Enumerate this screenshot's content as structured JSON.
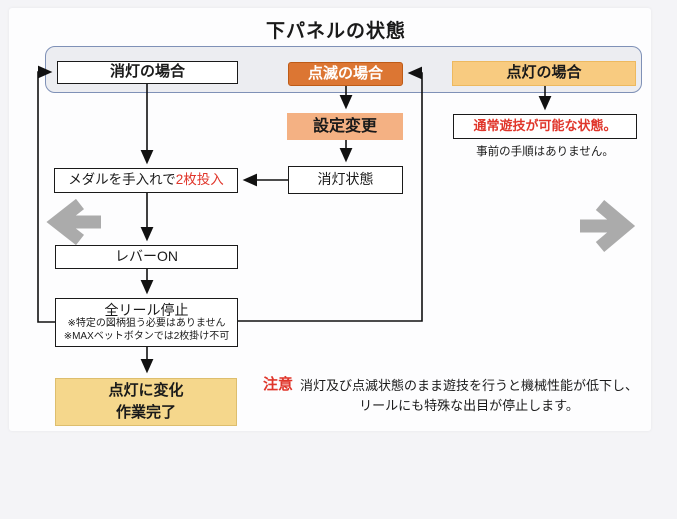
{
  "title": "下パネルの状態",
  "panel_states": {
    "off_case": "消灯の場合",
    "blink_case": "点滅の場合",
    "lit_case": "点灯の場合"
  },
  "blink_branch": {
    "setting_change": "設定変更",
    "off_state": "消灯状態"
  },
  "lit_branch": {
    "normal_play": "通常遊技が可能な状態。",
    "no_steps": "事前の手順はありません。"
  },
  "main_flow": {
    "insert_medals_prefix": "メダルを手入れで",
    "insert_medals_highlight": "2枚投入",
    "lever_on": "レバーON",
    "all_reels_stop": "全リール停止",
    "reels_note1": "※特定の図柄狙う必要はありません",
    "reels_note2": "※MAXベットボタンでは2枚掛け不可",
    "done_line1": "点灯に変化",
    "done_line2": "作業完了"
  },
  "caution": {
    "label": "注意",
    "text_line1": "消灯及び点滅状態のまま遊技を行うと機械性能が低下し、",
    "text_line2": "リールにも特殊な出目が停止します。"
  },
  "colors": {
    "blink_box_fill": "#DC7633",
    "blink_box_border": "#BE5B17",
    "setting_box_fill": "#F4B183",
    "lit_box_fill": "#F8CB80",
    "done_box_fill": "#F5D78C",
    "caution_red": "#E0362B",
    "container_fill": "#ECEDF1",
    "container_border": "#7F91B7",
    "nav_arrow_gray": "#ABABAB",
    "line_black": "#111111"
  }
}
